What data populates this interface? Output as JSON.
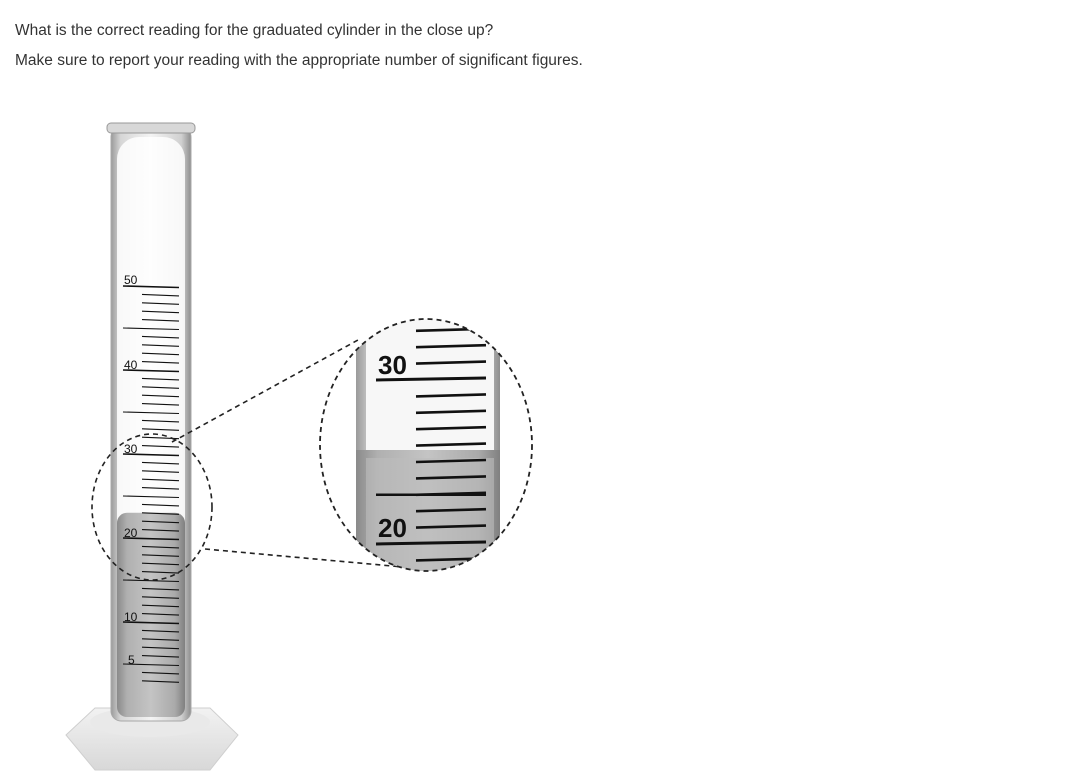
{
  "question": {
    "line1": "What is the correct reading for the graduated cylinder in the close up?",
    "line2": "Make sure to report your reading with the appropriate number of significant figures."
  },
  "cylinder": {
    "scale_labels": [
      "50",
      "40",
      "30",
      "20",
      "10",
      "5"
    ],
    "liquid_level_ml": 23.0
  },
  "closeup": {
    "labels": [
      "30",
      "20"
    ]
  },
  "colors": {
    "liquid": "#b3b3b3",
    "glass": "#c8c8c8",
    "dashed": "#222222"
  }
}
